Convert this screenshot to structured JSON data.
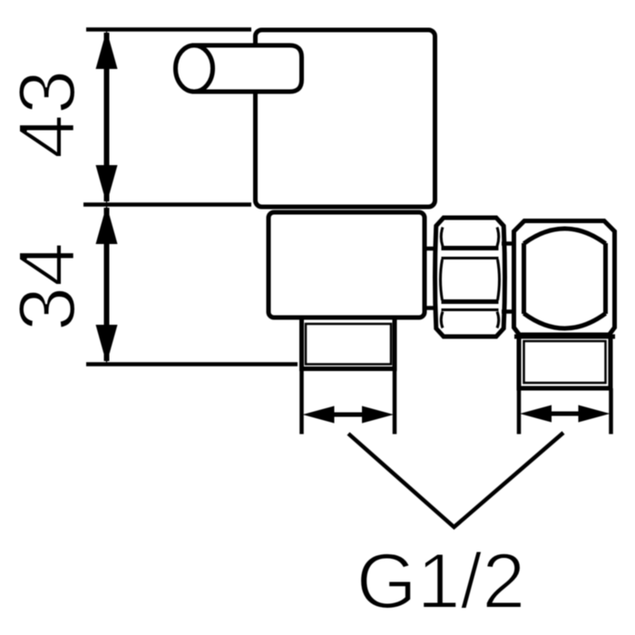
{
  "page": {
    "background_color": "#ffffff",
    "line_color": "#000000"
  },
  "drawing": {
    "type": "technical-dimension-drawing",
    "subject": "angle-valve side view with dimension lines",
    "labels": {
      "vertical_dim_top": "43",
      "vertical_dim_bottom": "34",
      "thread_size": "G1/2"
    }
  }
}
